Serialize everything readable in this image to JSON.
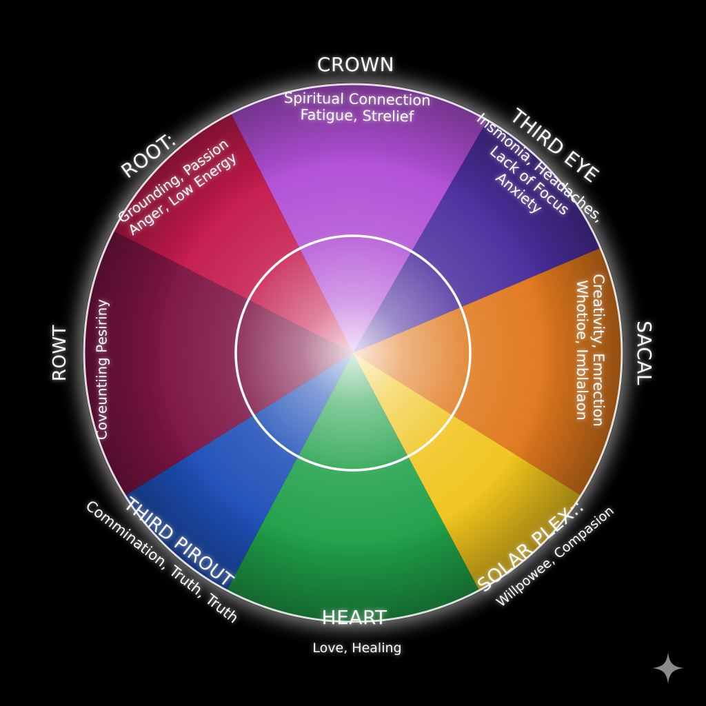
{
  "wheel": {
    "segments": [
      {
        "name": "crown",
        "color": "#b14fd6"
      },
      {
        "name": "third-eye",
        "color": "#4b2f9e"
      },
      {
        "name": "sacral",
        "color": "#e0781c"
      },
      {
        "name": "solar-plexus",
        "color": "#f0c41c"
      },
      {
        "name": "heart",
        "color": "#1fa048"
      },
      {
        "name": "throat",
        "color": "#1e50b8"
      },
      {
        "name": "lower-left",
        "color": "#7d1445"
      },
      {
        "name": "root",
        "color": "#c41a4c"
      }
    ]
  },
  "labels": {
    "crown_title": "CROWN",
    "crown_line1": "Spiritual Connection",
    "crown_line2": "Fatigue, Strelief",
    "third_eye_title": "THIRD EYE",
    "third_eye_line1": "Insmonia, Headaches,",
    "third_eye_line2": "Lack of Focus",
    "third_eye_line3": "Anxiety",
    "sacal_title": "SACAL",
    "sacal_line1": "Creativity, Emrection",
    "sacal_line2": "Whotioe, Imblalaon",
    "solar_title": "SOLAR PLEX::",
    "solar_line1": "Willpowee, Compasion",
    "heart_title": "HEART",
    "heart_line1": "Love, Healing",
    "throat_title": "THIRD PIROUT",
    "throat_line1": "Commination, Truth, Truth",
    "rowt_title": "ROWT",
    "rowt_line1": "Coveuntiing Pesiriny",
    "root_title": "ROOT:",
    "root_line1": "Grounding, Passion",
    "root_line2": "Anger, Low Energy"
  }
}
